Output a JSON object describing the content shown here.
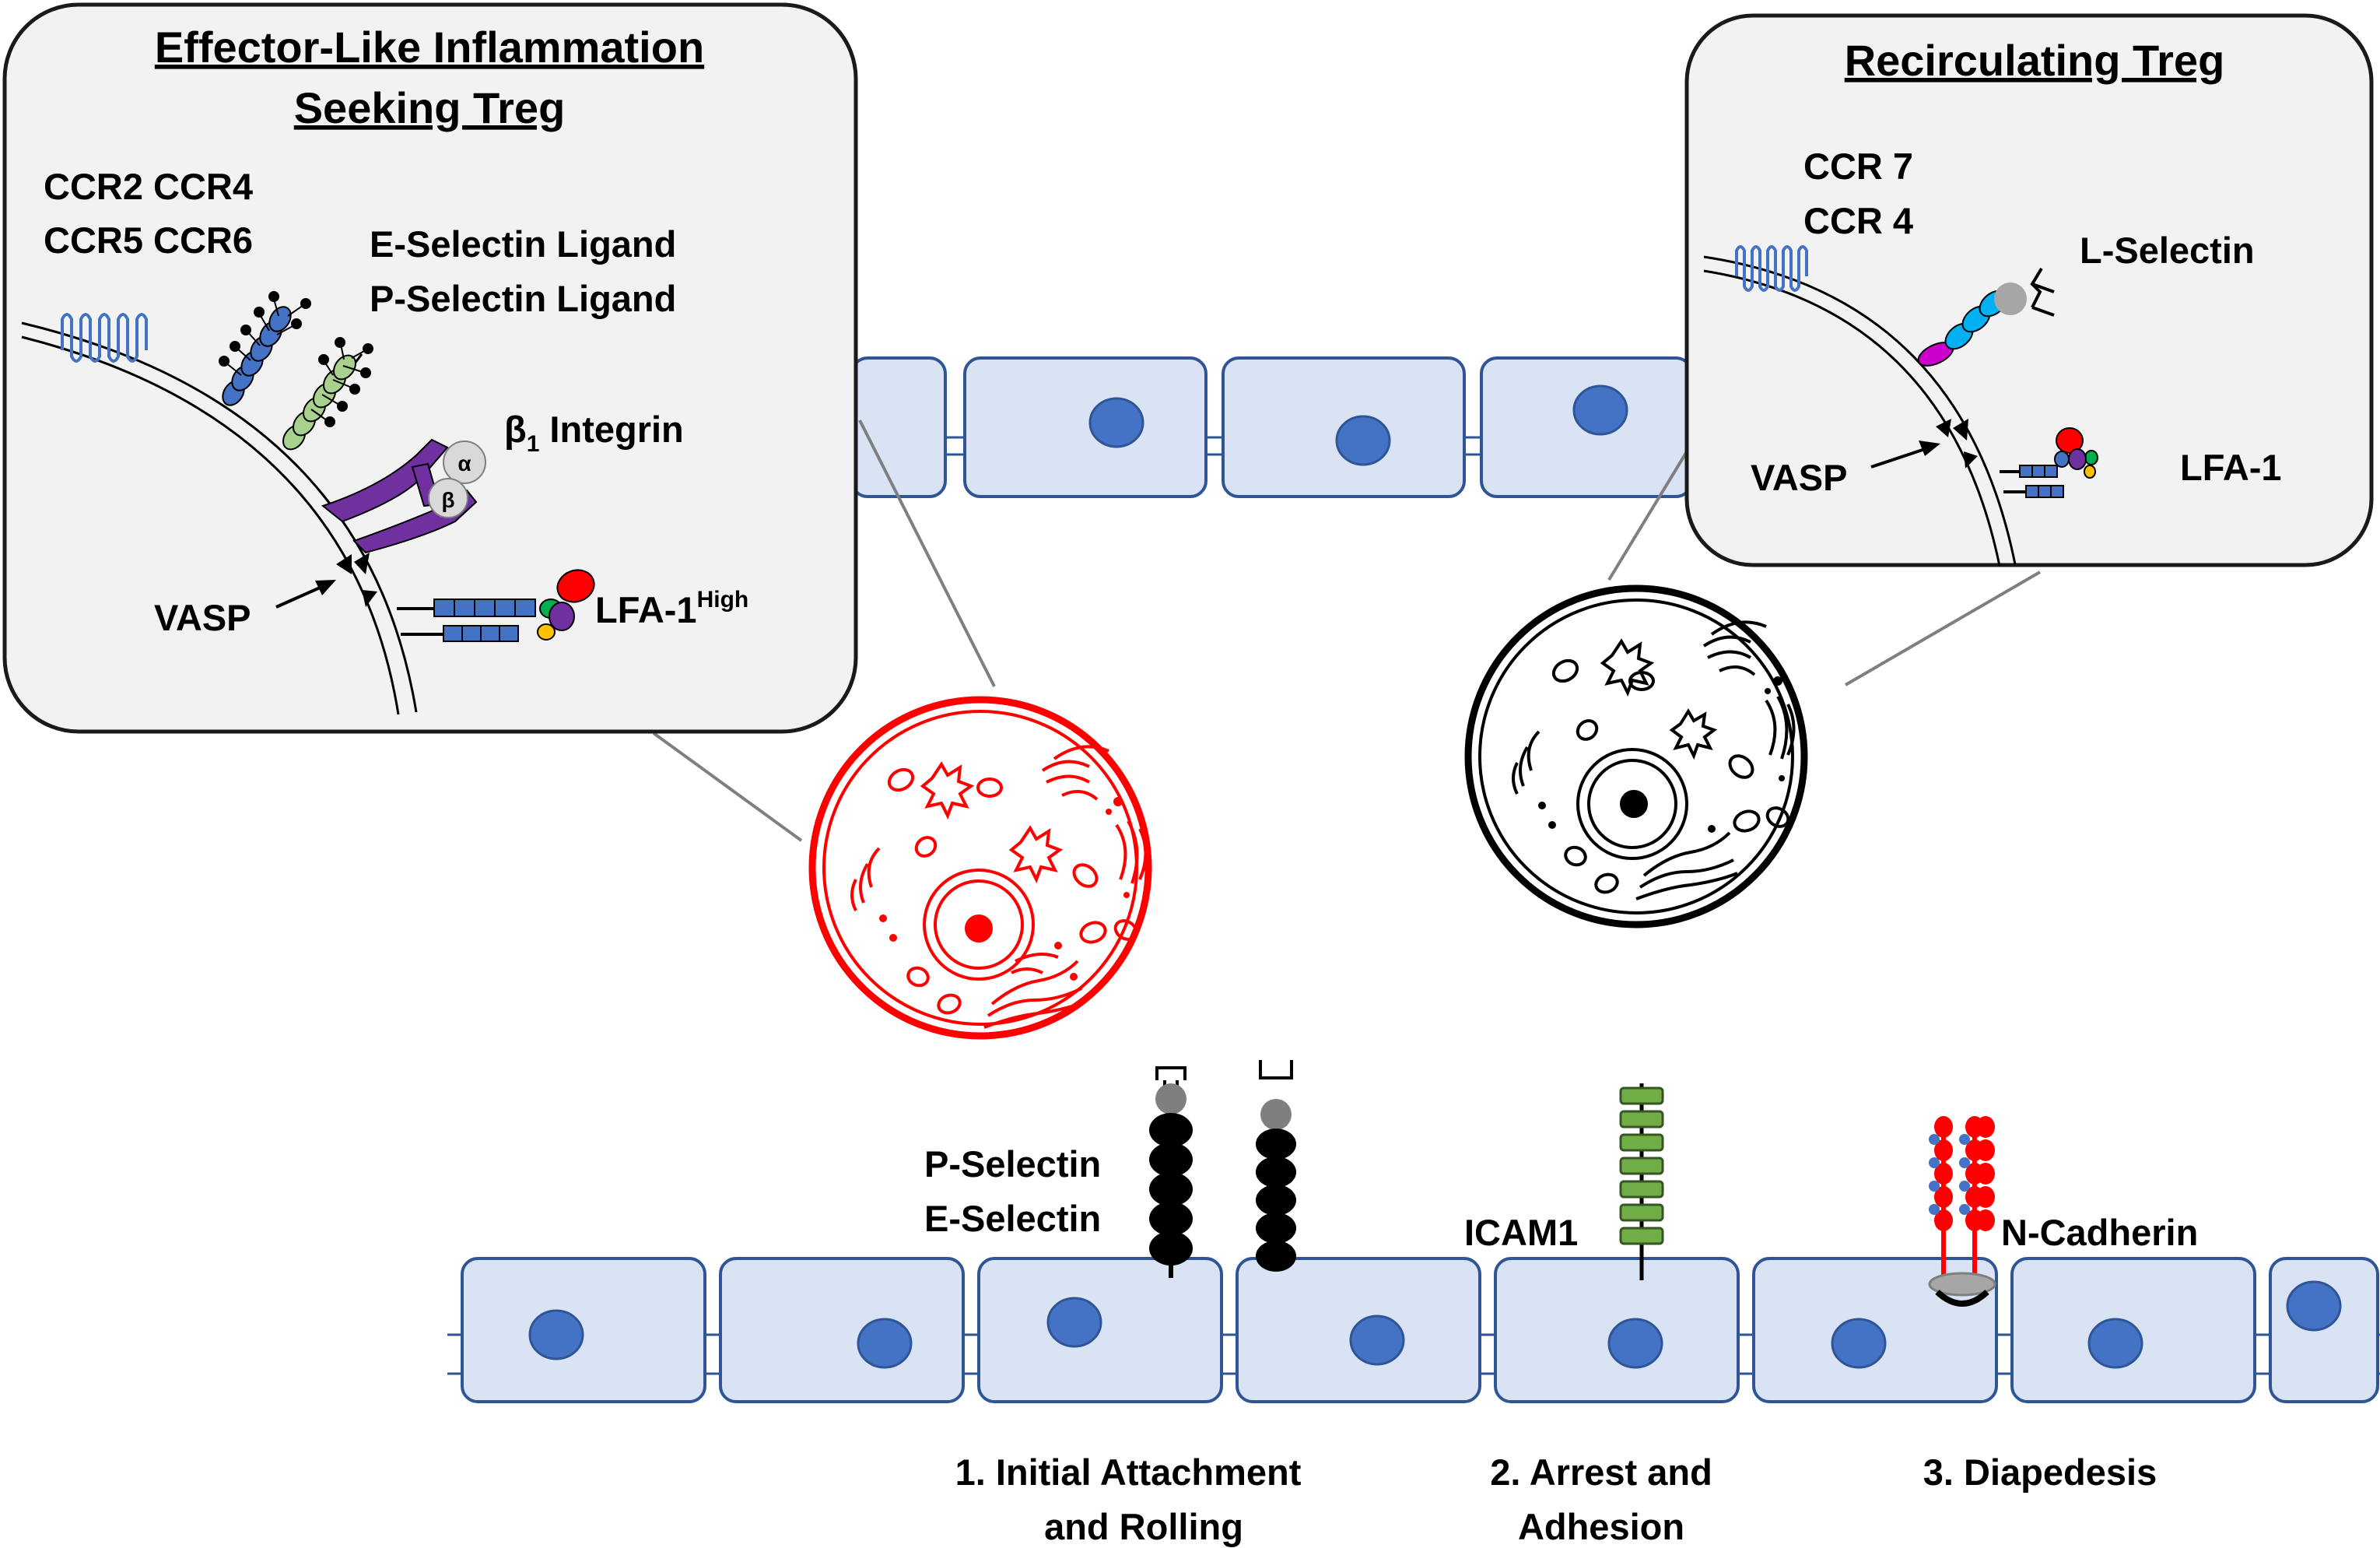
{
  "colors": {
    "endothelium_fill": "#dae3f3",
    "endothelium_stroke": "#2f5597",
    "nucleus": "#4472c4",
    "panel_fill": "#f2f2f2",
    "panel_stroke": "#1a1a1a",
    "inflamed_cell": "#ff0000",
    "resting_cell": "#000000",
    "chemokine_receptor": "#4472c4",
    "e_selectin_ligand": "#4472c4",
    "p_selectin_ligand": "#a9d18e",
    "integrin": "#7030a0",
    "icam1": "#70ad47",
    "n_cadherin": "#ff0000",
    "l_selectin_teal": "#00b0f0",
    "l_selectin_magenta": "#cc00cc"
  },
  "left_panel": {
    "title_line1": "Effector-Like Inflammation",
    "title_line2": "Seeking Treg",
    "chemokines_line1": "CCR2 CCR4",
    "chemokines_line2": "CCR5 CCR6",
    "selectin_ligand_1": "E-Selectin Ligand",
    "selectin_ligand_2": "P-Selectin Ligand",
    "integrin_beta": "β",
    "integrin_sub": "1",
    "integrin_word": " Integrin",
    "alpha": "α",
    "beta": "β",
    "vasp": "VASP",
    "lfa1": "LFA-1",
    "lfa1_sup": "High"
  },
  "right_panel": {
    "title": "Recirculating Treg",
    "chemokine_1": "CCR 7",
    "chemokine_2": "CCR 4",
    "l_selectin": "L-Selectin",
    "vasp": "VASP",
    "lfa1": "LFA-1"
  },
  "bottom": {
    "p_selectin": "P-Selectin",
    "e_selectin": "E-Selectin",
    "icam1": "ICAM1",
    "n_cadherin": "N-Cadherin",
    "step1_line1": "1. Initial Attachment",
    "step1_line2": "and Rolling",
    "step2_line1": "2. Arrest and",
    "step2_line2": "Adhesion",
    "step3": "3. Diapedesis"
  }
}
